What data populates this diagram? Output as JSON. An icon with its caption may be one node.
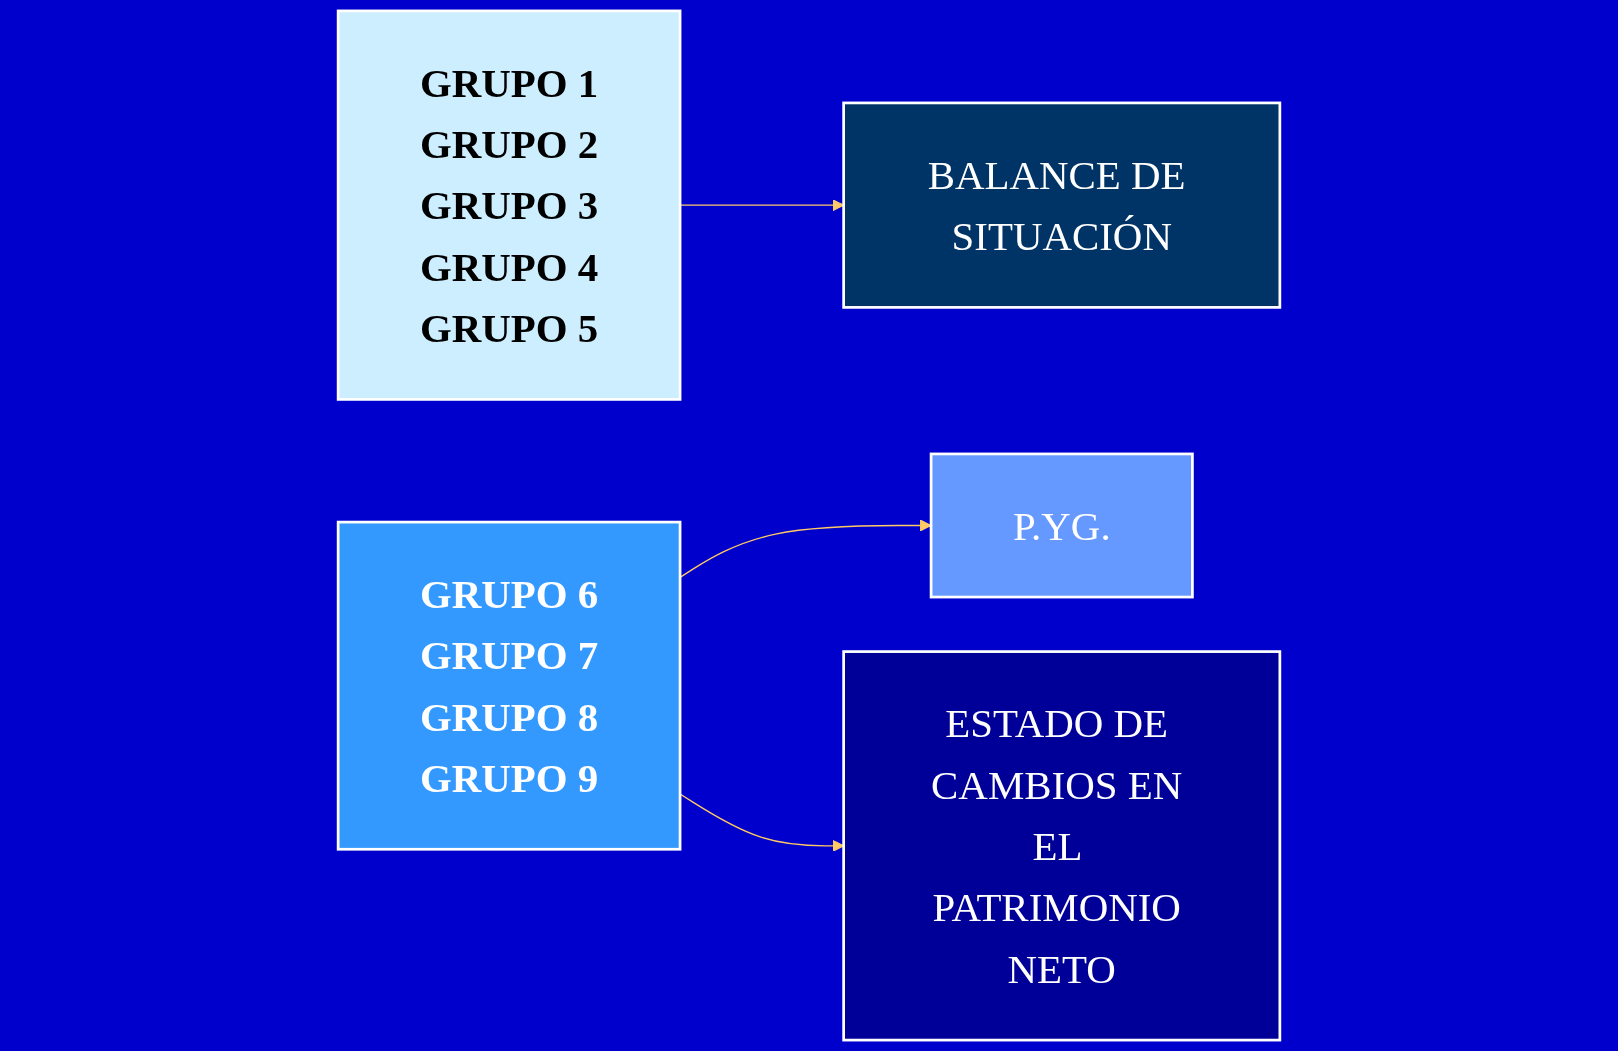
{
  "diagram": {
    "nodes": [
      {
        "text": [
          "GRUPO 1",
          "GRUPO 2",
          "GRUPO 3",
          "GRUPO 4",
          "GRUPO 5"
        ]
      },
      {
        "text": [
          "BALANCE DE SITUACIÓN"
        ]
      },
      {
        "text": [
          "GRUPO 6",
          "GRUPO 7",
          "GRUPO 8",
          "GRUPO 9"
        ]
      },
      {
        "text": [
          "P.YG."
        ]
      },
      {
        "text": [
          "ESTADO DE CAMBIOS EN EL PATRIMONIO NETO"
        ]
      }
    ],
    "edges": [
      {
        "from": 0,
        "to": 1,
        "arrow": "to",
        "color": "#ffc966"
      },
      {
        "from": 2,
        "to": 3,
        "arrow": "to",
        "color": "#ffc966"
      },
      {
        "from": 2,
        "to": 4,
        "arrow": "to",
        "color": "#ffc966"
      }
    ]
  }
}
